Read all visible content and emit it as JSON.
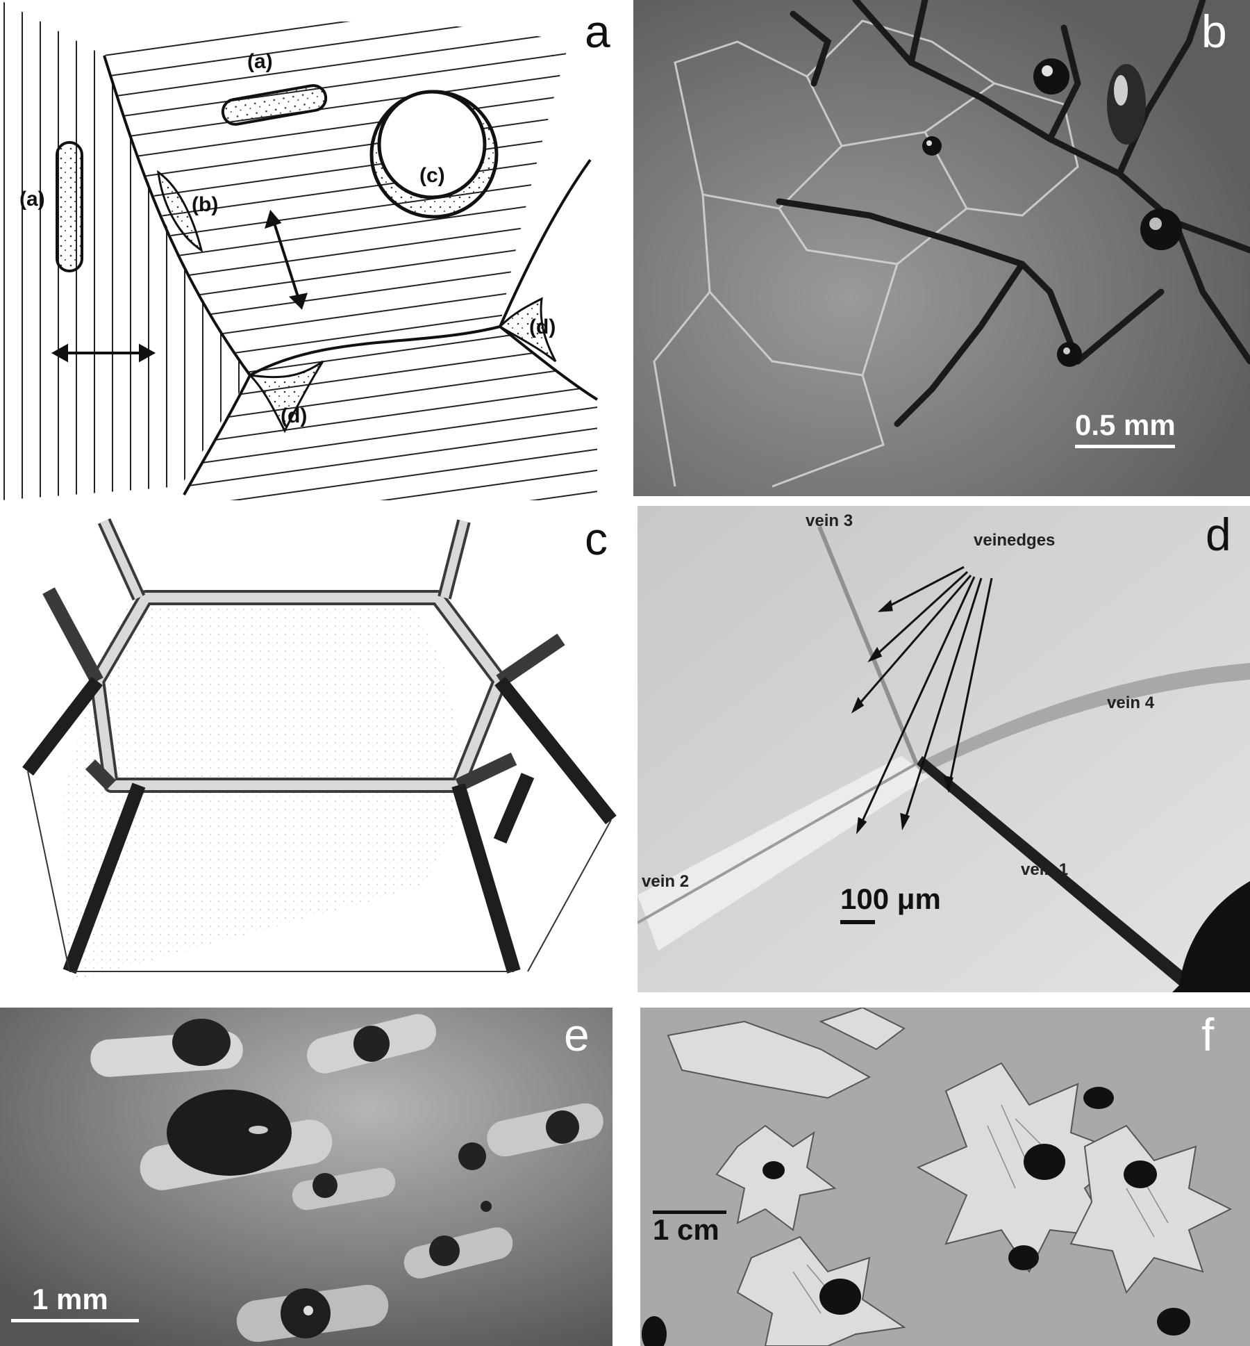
{
  "panels": {
    "a": {
      "letter": "a",
      "labels": {
        "a1": "(a)",
        "a2": "(a)",
        "b": "(b)",
        "c": "(c)",
        "d1": "(d)",
        "d2": "(d)"
      }
    },
    "b": {
      "letter": "b",
      "scale": "0.5 mm"
    },
    "c": {
      "letter": "c"
    },
    "d": {
      "letter": "d",
      "vein3": "vein 3",
      "veinedges": "veinedges",
      "vein4": "vein  4",
      "vein2": "vein 2",
      "vein1": "vein 1",
      "scale": "100 μm"
    },
    "e": {
      "letter": "e",
      "scale": "1 mm"
    },
    "f": {
      "letter": "f",
      "scale": "1 cm"
    }
  }
}
